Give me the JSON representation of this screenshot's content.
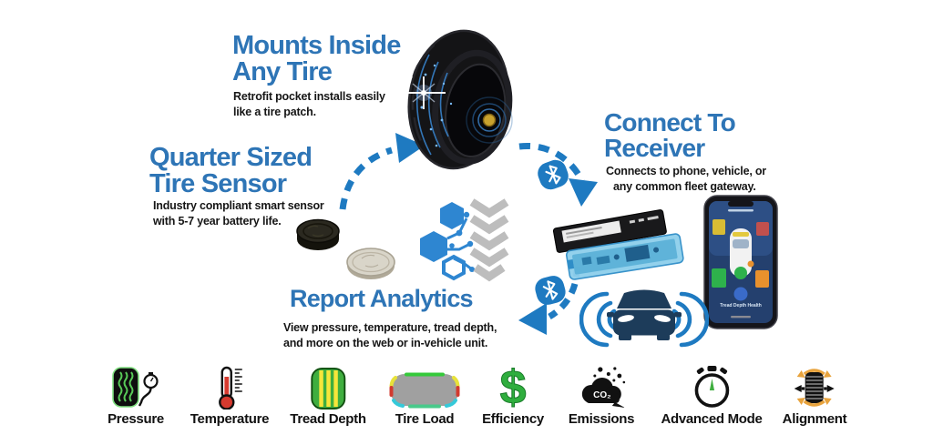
{
  "sections": {
    "mounts_inside": {
      "title_line1": "Mounts Inside",
      "title_line2": "Any Tire",
      "desc_line1": "Retrofit pocket installs easily",
      "desc_line2": "like a tire patch."
    },
    "quarter_sensor": {
      "title_line1": "Quarter Sized",
      "title_line2": "Tire Sensor",
      "desc_line1": "Industry compliant smart sensor",
      "desc_line2": "with 5-7 year battery life."
    },
    "connect_receiver": {
      "title_line1": "Connect To",
      "title_line2": "Receiver",
      "desc_line1": "Connects to phone, vehicle, or",
      "desc_line2": "any common fleet gateway."
    },
    "report_analytics": {
      "title": "Report Analytics",
      "desc_line1": "View pressure, temperature, tread depth,",
      "desc_line2": "and more on the web or in-vehicle unit."
    }
  },
  "phone": {
    "screen_title": "Tread Depth Health"
  },
  "features": [
    {
      "label": "Pressure",
      "icon": "tire-pressure-gauge-icon"
    },
    {
      "label": "Temperature",
      "icon": "thermometer-icon"
    },
    {
      "label": "Tread Depth",
      "icon": "tread-depth-tire-icon"
    },
    {
      "label": "Tire Load",
      "icon": "tire-load-heatmap-icon"
    },
    {
      "label": "Efficiency",
      "icon": "dollar-sign-icon",
      "symbol": "$"
    },
    {
      "label": "Emissions",
      "icon": "co2-cloud-icon",
      "badge": "CO₂"
    },
    {
      "label": "Advanced Mode",
      "icon": "stopwatch-icon"
    },
    {
      "label": "Alignment",
      "icon": "tire-alignment-icon"
    }
  ],
  "colors": {
    "heading_blue": "#2e75b6",
    "arrow_blue": "#1e7ac1",
    "car_navy": "#1d3c5a",
    "efficiency_green": "#2fae3e",
    "tread_green": "#3fae3f",
    "temperature_red": "#d63a2f",
    "alignment_orange": "#e8a33d",
    "logo_circuit_blue": "#2e86d1",
    "logo_tread_gray": "#bdbdbd"
  }
}
